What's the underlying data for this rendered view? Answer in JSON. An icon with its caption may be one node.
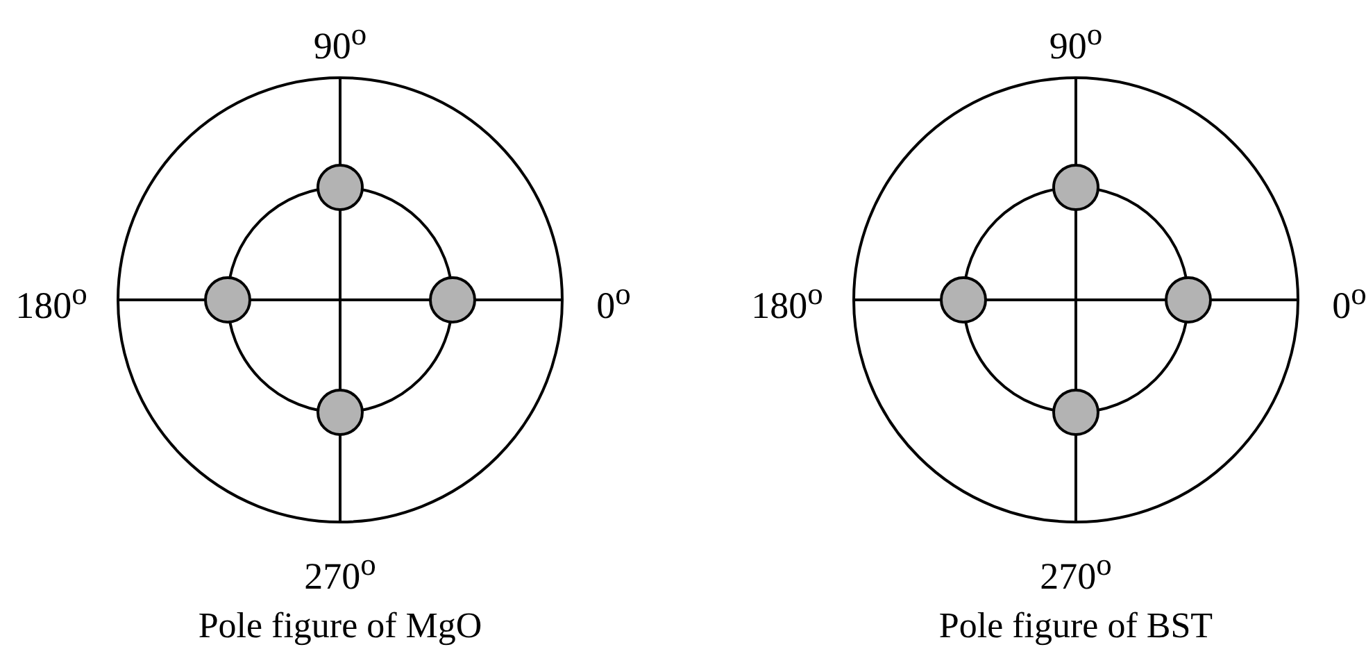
{
  "diagram": {
    "labels": [
      "90$^{o}$",
      "180$^{o}$",
      "0$^{o}$",
      "270$^{o}$",
      "Pole figure of MgO",
      "90$^{o}$",
      "180$^{o}$",
      "0$^{o}$",
      "270$^{o}$",
      "Pole figure of BST"
    ]
  }
}
